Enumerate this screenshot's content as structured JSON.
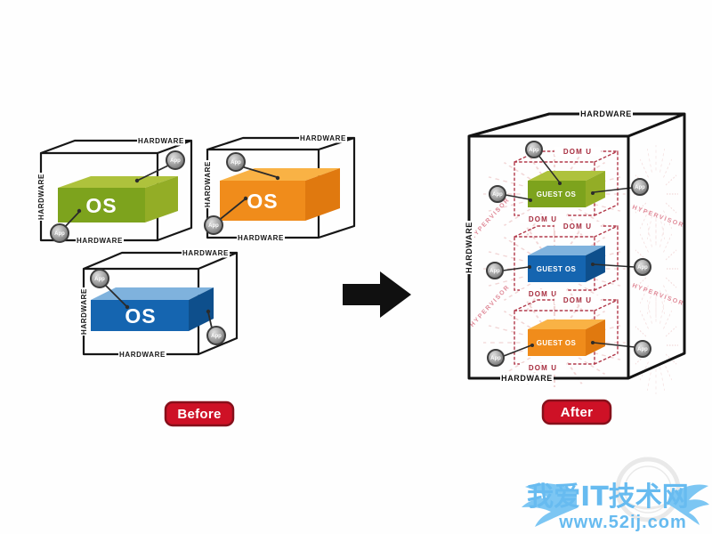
{
  "labels": {
    "hardware": "HARDWARE",
    "app": "App",
    "os": "OS",
    "guest_os": "GUEST OS",
    "dom_u": "DOM U",
    "hypervisor": "HYPERVISOR"
  },
  "buttons": {
    "before": "Before",
    "after": "After"
  },
  "watermark": {
    "site_name": "我爱IT技术网",
    "site_url": "www.52ij.com"
  },
  "colors": {
    "os_green_front": "#7da31d",
    "os_green_top": "#aec23c",
    "os_green_side": "#93ad26",
    "os_orange_front": "#f08c1b",
    "os_orange_top": "#f9b245",
    "os_orange_side": "#e0790f",
    "os_blue_front": "#1565b0",
    "os_blue_top": "#7fb2dd",
    "os_blue_side": "#0e4f8c",
    "button_red": "#ce1126",
    "dom_dashed_red": "#b23a4b",
    "hypervisor_pink": "#e08b99",
    "watermark_blue": "#67bbf0",
    "wire_black": "#161616"
  }
}
